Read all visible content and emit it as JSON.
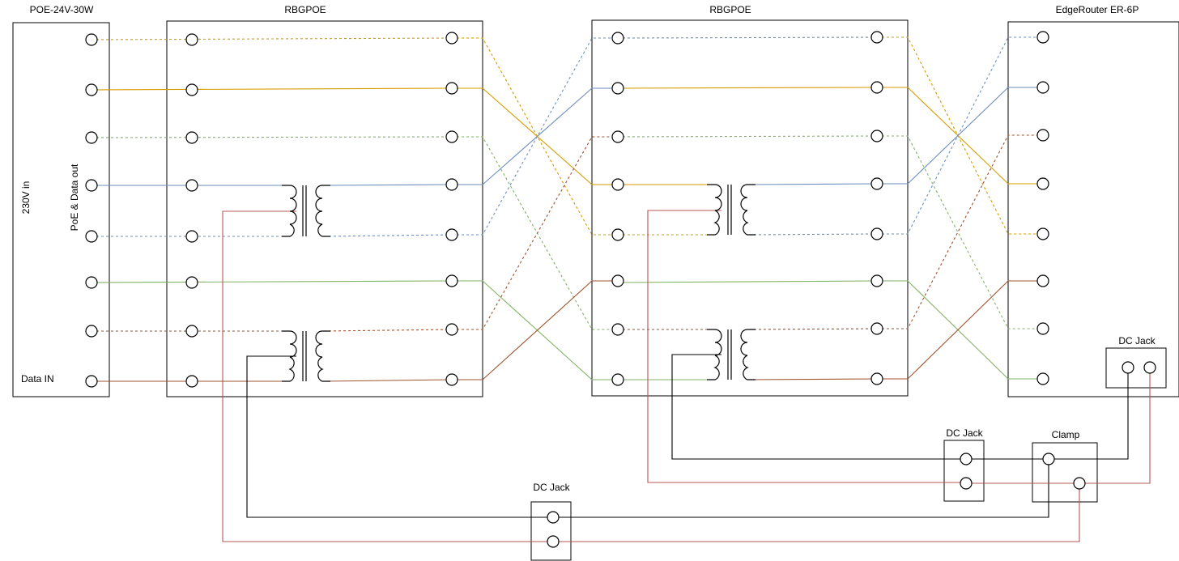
{
  "labels": {
    "poe_injector": "POE-24V-30W",
    "rbgpoe_1": "RBGPOE",
    "rbgpoe_2": "RBGPOE",
    "router": "EdgeRouter ER-6P",
    "power_in": "230V in",
    "poe_data_out": "PoE & Data out",
    "data_in": "Data IN",
    "dc_jack_bottom": "DC Jack",
    "dc_jack_mid": "DC Jack",
    "dc_jack_router": "DC Jack",
    "clamp": "Clamp"
  },
  "colors": {
    "orange": "#d79b00",
    "blue": "#6c8ebf",
    "green": "#82b366",
    "brown": "#a0522d",
    "red": "#b85450",
    "black": "#000000"
  }
}
